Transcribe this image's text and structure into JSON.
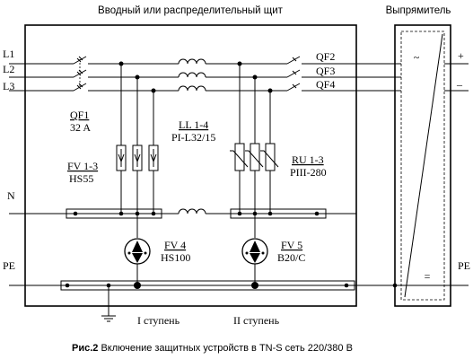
{
  "header": {
    "panel_title": "Вводный или распределительный щит",
    "rectifier_title": "Выпрямитель"
  },
  "lines": {
    "l1": "L1",
    "l2": "L2",
    "l3": "L3",
    "n": "N",
    "pe_left": "PE",
    "pe_right": "PE"
  },
  "devices": {
    "qf1_name": "QF1",
    "qf1_rating": "32 A",
    "ll_name": "LL 1-4",
    "ll_type": "PI-L32/15",
    "fv13_name": "FV 1-3",
    "fv13_type": "HS55",
    "ru13_name": "RU 1-3",
    "ru13_type": "PIII-280",
    "fv4_name": "FV 4",
    "fv4_type": "HS100",
    "fv5_name": "FV 5",
    "fv5_type": "B20/C",
    "qf2": "QF2",
    "qf3": "QF3",
    "qf4": "QF4"
  },
  "rectifier": {
    "plus": "+",
    "minus": "–",
    "ac_symbol": "~",
    "dc_symbol": "="
  },
  "stages": {
    "stage1": "I ступень",
    "stage2": "II ступень"
  },
  "caption": {
    "label": "Рис.2",
    "text": " Включение защитных устройств в TN-S сеть 220/380 В"
  }
}
